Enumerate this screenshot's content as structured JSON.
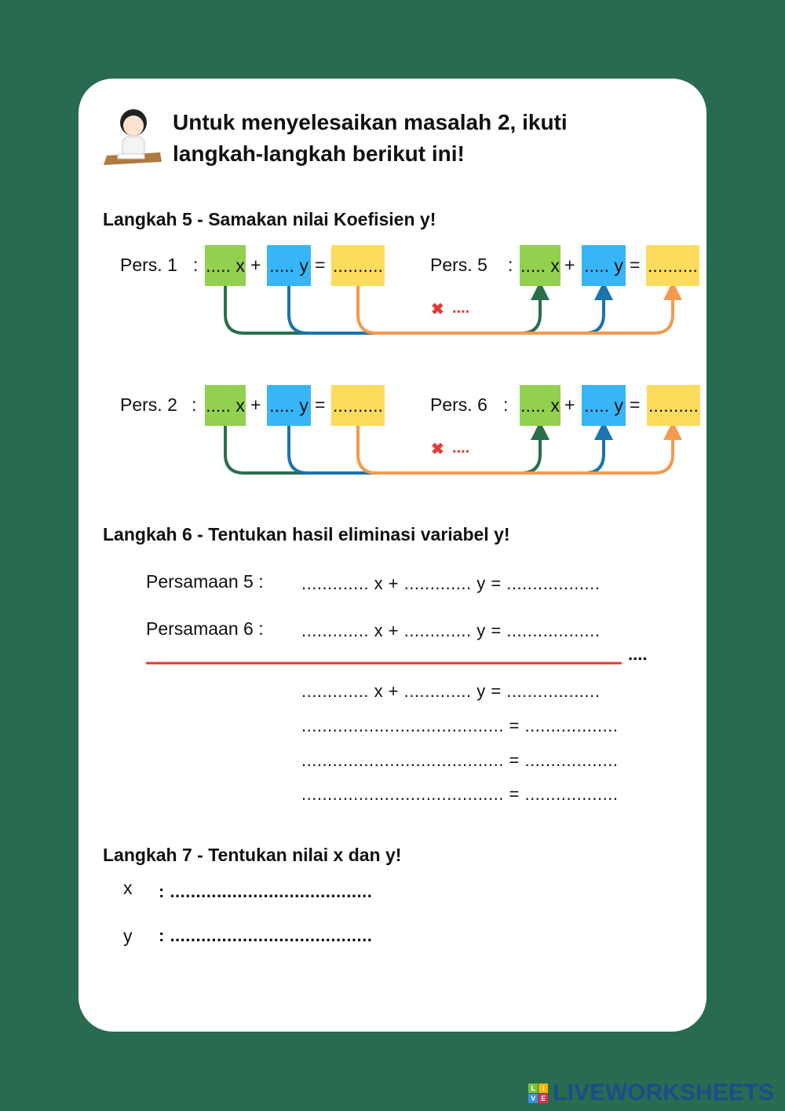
{
  "title_line1": "Untuk menyelesaikan masalah 2, ikuti",
  "title_line2": "langkah-langkah berikut ini!",
  "step5": {
    "heading": "Langkah 5 - Samakan nilai Koefisien y!",
    "rows": [
      {
        "left_label": "Pers. 1",
        "right_label": "Pers. 5",
        "multiplier": "....",
        "cross": "✖"
      },
      {
        "left_label": "Pers. 2",
        "right_label": "Pers. 6",
        "multiplier": "....",
        "cross": "✖"
      }
    ],
    "x_blank": "..... x",
    "y_blank": "..... y",
    "rhs_blank": "..........",
    "plus": "+",
    "equals": "=",
    "colon": ":"
  },
  "step6": {
    "heading": "Langkah 6 - Tentukan hasil eliminasi variabel y!",
    "eq5_label": "Persamaan 5 :",
    "eq6_label": "Persamaan 6 :",
    "eq_line": "............. x + ............. y = ..................",
    "op_blank": "....",
    "result_lines": [
      "............. x + ............. y = ..................",
      "....................................... = ..................",
      "....................................... = ..................",
      "....................................... = .................."
    ]
  },
  "step7": {
    "heading": "Langkah 7 - Tentukan nilai x dan y!",
    "x_label": "x",
    "y_label": "y",
    "blank": ": ......................................."
  },
  "brand": {
    "text": "LIVEWORKSHEETS",
    "tiles": [
      "L",
      "I",
      "V",
      "E"
    ]
  },
  "colors": {
    "background": "#286b4f",
    "green": "#92d050",
    "blue": "#37b5f6",
    "yellow": "#fddb5c",
    "red": "#e53935"
  }
}
